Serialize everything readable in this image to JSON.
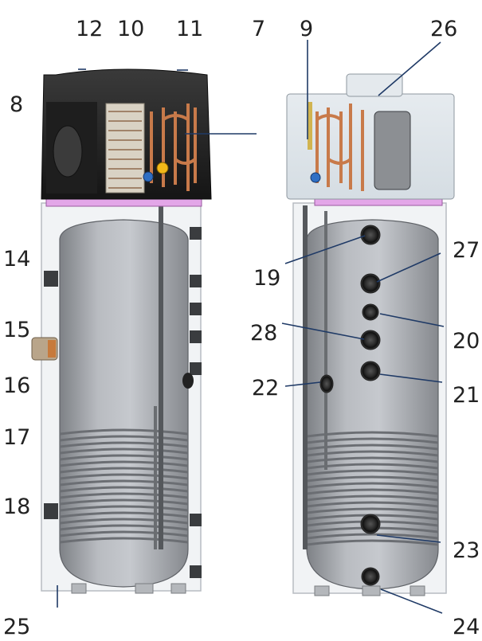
{
  "labels": {
    "n7": "7",
    "n8": "8",
    "n9": "9",
    "n10": "10",
    "n11": "11",
    "n12": "12",
    "n14": "14",
    "n15": "15",
    "n16": "16",
    "n17": "17",
    "n18": "18",
    "n19": "19",
    "n20": "20",
    "n21": "21",
    "n22": "22",
    "n23": "23",
    "n24": "24",
    "n25": "25",
    "n26": "26",
    "n27": "27",
    "n28": "28"
  },
  "colors": {
    "leader": "#1f3a66",
    "tank": "#a7aaaf",
    "cover": "#2a2a2a",
    "pink_ring": "#e3a6e8",
    "copper": "#c87a4a"
  }
}
